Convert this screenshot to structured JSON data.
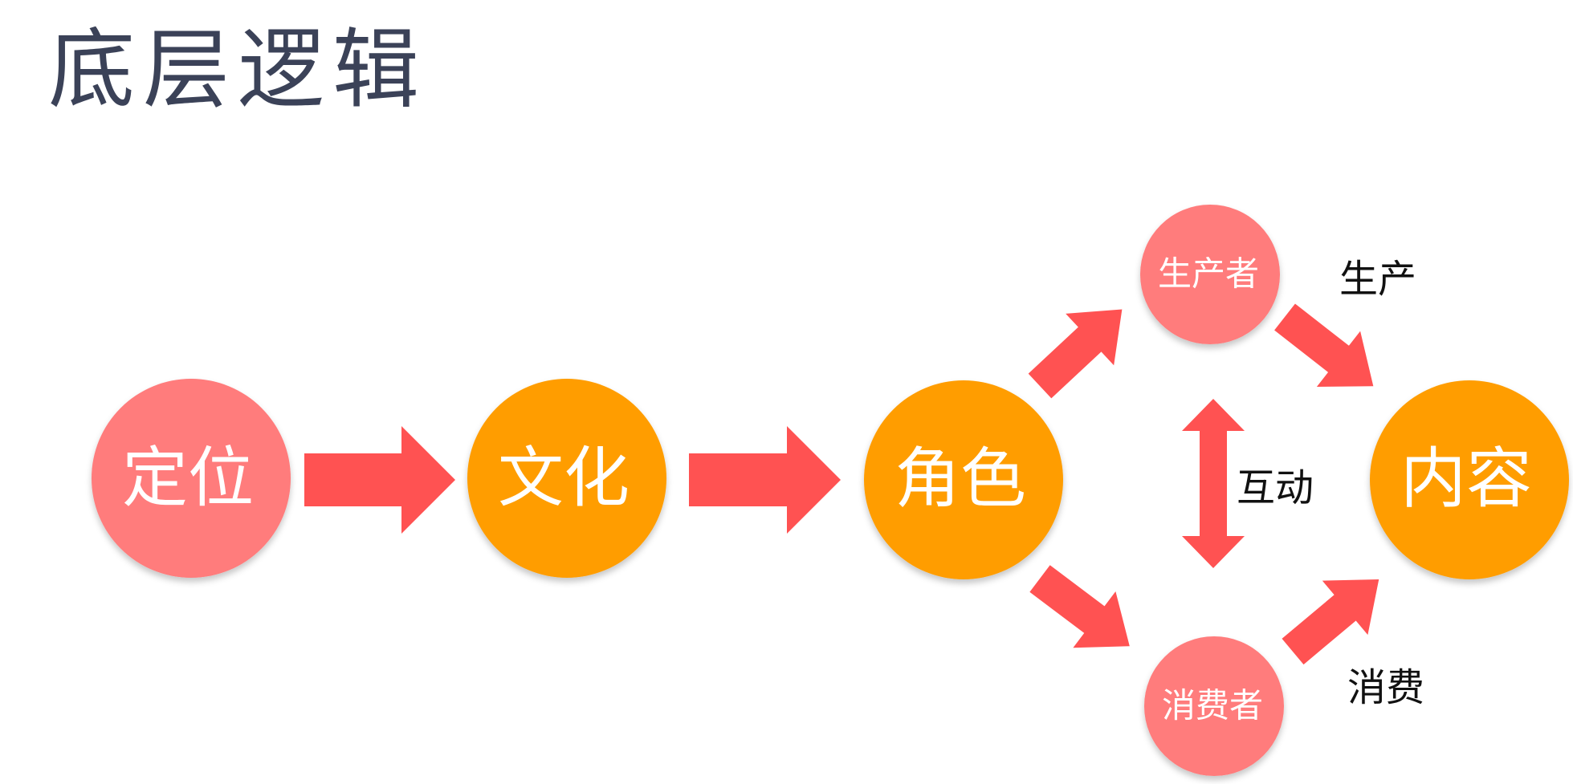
{
  "title": "底层逻辑",
  "colors": {
    "pink": "#ff7b7b",
    "orange": "#ff9d00",
    "arrow": "#ff5252",
    "title": "#3b4258"
  },
  "nodes": {
    "positioning": "定位",
    "culture": "文化",
    "role": "角色",
    "producer": "生产者",
    "consumer": "消费者",
    "content": "内容"
  },
  "edge_labels": {
    "produce": "生产",
    "interact": "互动",
    "consume": "消费"
  }
}
